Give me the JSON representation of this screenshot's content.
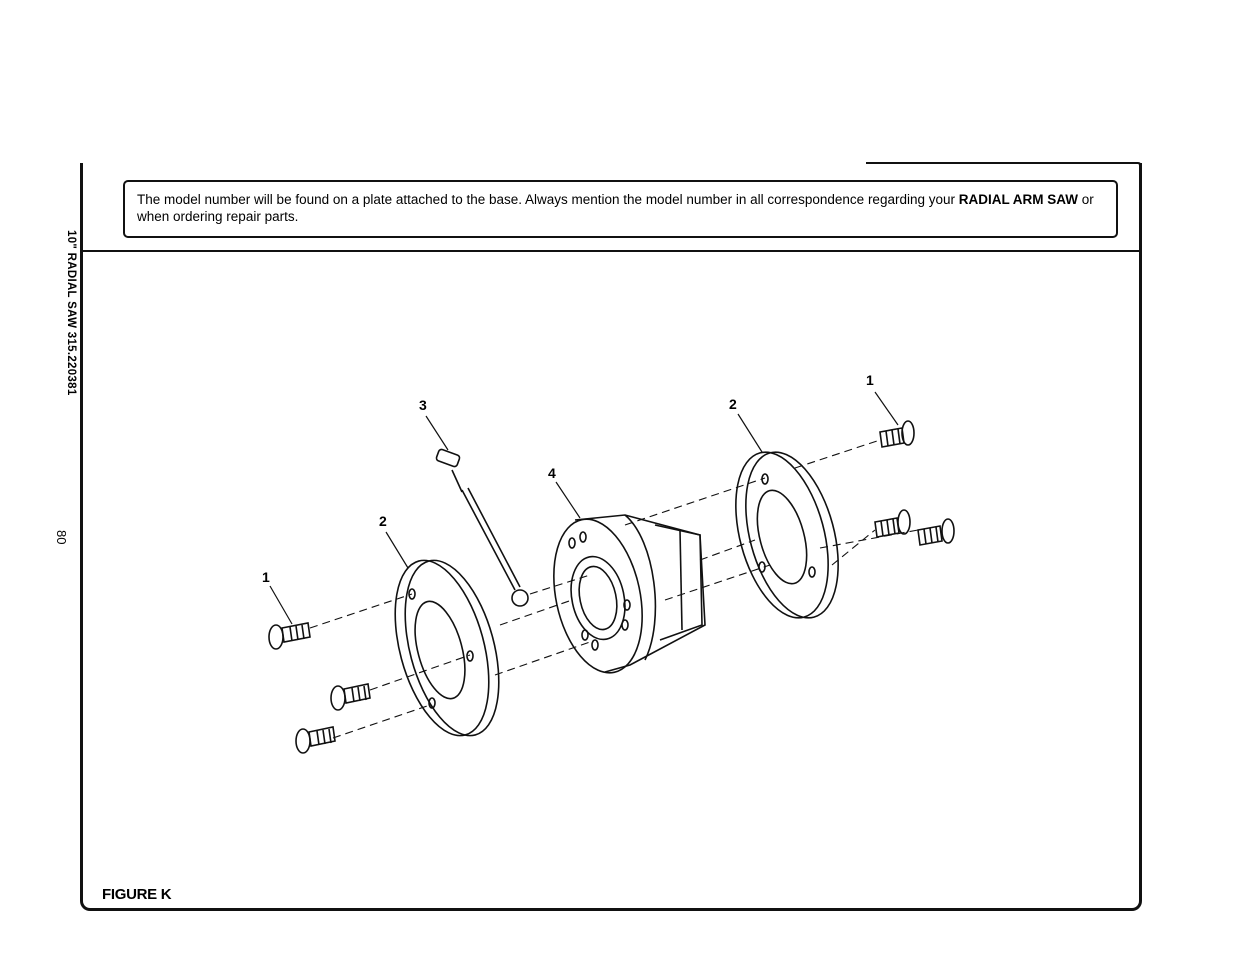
{
  "notice": {
    "text_before": "The model number will be found on a plate attached to the base. Always mention the model number in all correspondence regarding your ",
    "text_bold": "RADIAL ARM SAW",
    "text_after": " or when ordering repair parts."
  },
  "side_title": "10\" RADIAL SAW 315.220381",
  "page_number": "80",
  "figure_label": "FIGURE K",
  "callouts": {
    "c1_right": "1",
    "c2_right": "2",
    "c3": "3",
    "c4": "4",
    "c2_left": "2",
    "c1_left": "1"
  }
}
